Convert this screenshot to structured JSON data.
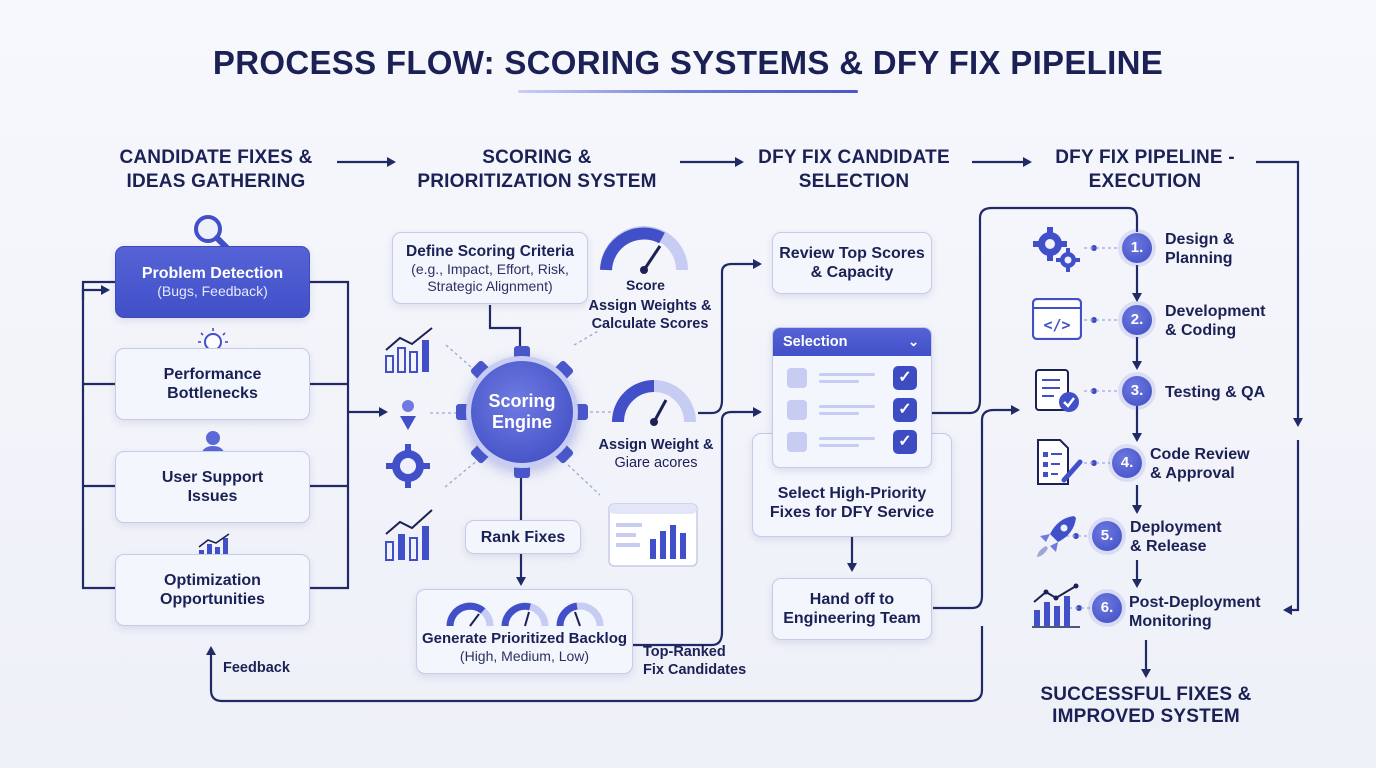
{
  "title": "PROCESS FLOW: SCORING SYSTEMS & DFY FIX PIPELINE",
  "columns": {
    "c1": {
      "line1": "CANDIDATE FIXES &",
      "line2": "IDEAS GATHERING"
    },
    "c2": {
      "line1": "SCORING &",
      "line2": "PRIORITIZATION SYSTEM"
    },
    "c3": {
      "line1": "DFY FIX CANDIDATE",
      "line2": "SELECTION"
    },
    "c4": {
      "line1": "DFY FIX PIPELINE -",
      "line2": "EXECUTION"
    }
  },
  "sources": [
    {
      "title": "Problem Detection",
      "sub": "(Bugs, Feedback)",
      "icon": "magnifier-icon"
    },
    {
      "title1": "Performance",
      "title2": "Bottlenecks",
      "icon": "lightbulb-icon"
    },
    {
      "title1": "User Support",
      "title2": "Issues",
      "icon": "user-icon"
    },
    {
      "title1": "Optimization",
      "title2": "Opportunities",
      "icon": "bar-chart-icon"
    }
  ],
  "feedback_label": "Feedback",
  "scoring": {
    "criteria_title": "Define Scoring Criteria",
    "criteria_sub1": "(e.g., Impact, Effort, Risk,",
    "criteria_sub2": "Strategic Alignment)",
    "score_label": "Score",
    "assign_top1": "Assign Weights &",
    "assign_top2": "Calculate Scores",
    "engine1": "Scoring",
    "engine2": "Engine",
    "assign_mid1": "Assign Weight &",
    "assign_mid2": "Giare acores",
    "rank": "Rank Fixes",
    "backlog_title": "Generate Prioritized Backlog",
    "backlog_sub": "(High, Medium, Low)",
    "top_ranked1": "Top-Ranked",
    "top_ranked2": "Fix Candidates"
  },
  "selection": {
    "review1": "Review Top Scores",
    "review2": "& Capacity",
    "panel_header": "Selection",
    "select1": "Select High-Priority",
    "select2": "Fixes for DFY Service",
    "handoff1": "Hand off to",
    "handoff2": "Engineering Team"
  },
  "pipeline": [
    {
      "num": "1.",
      "l1": "Design &",
      "l2": "Planning",
      "icon": "gears-icon"
    },
    {
      "num": "2.",
      "l1": "Development",
      "l2": "& Coding",
      "icon": "code-window-icon"
    },
    {
      "num": "3.",
      "l1": "Testing & QA",
      "l2": "",
      "icon": "checklist-icon"
    },
    {
      "num": "4.",
      "l1": "Code Review",
      "l2": "& Approval",
      "icon": "document-pen-icon"
    },
    {
      "num": "5.",
      "l1": "Deployment",
      "l2": "& Release",
      "icon": "rocket-icon"
    },
    {
      "num": "6.",
      "l1": "Post-Deployment",
      "l2": "Monitoring",
      "icon": "monitoring-chart-icon"
    }
  ],
  "result1": "SUCCESSFUL FIXES &",
  "result2": "IMPROVED SYSTEM",
  "colors": {
    "primary": "#4150c8",
    "navy": "#1b2155",
    "light": "#c6ccf2"
  }
}
